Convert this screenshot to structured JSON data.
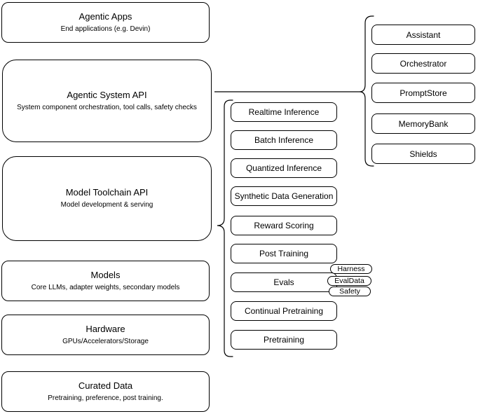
{
  "left_stack": [
    {
      "title": "Agentic Apps",
      "subtitle": "End applications (e.g. Devin)"
    },
    {
      "title": "Agentic System API",
      "subtitle": "System component orchestration, tool calls, safety checks"
    },
    {
      "title": "Model Toolchain API",
      "subtitle": "Model development & serving"
    },
    {
      "title": "Models",
      "subtitle": "Core LLMs, adapter weights, secondary models"
    },
    {
      "title": "Hardware",
      "subtitle": "GPUs/Accelerators/Storage"
    },
    {
      "title": "Curated Data",
      "subtitle": "Pretraining, preference, post training."
    }
  ],
  "toolchain_group": {
    "items": [
      "Realtime Inference",
      "Batch Inference",
      "Quantized Inference",
      "Synthetic Data Generation",
      "Reward Scoring",
      "Post Training",
      "Evals",
      "Continual Pretraining",
      "Pretraining"
    ],
    "evals_tags": [
      "Harness",
      "EvalData",
      "Safety"
    ]
  },
  "system_group": {
    "items": [
      "Assistant",
      "Orchestrator",
      "PromptStore",
      "MemoryBank",
      "Shields"
    ]
  },
  "colors": {
    "stroke": "#000000",
    "fill": "#ffffff",
    "text": "#000000"
  }
}
